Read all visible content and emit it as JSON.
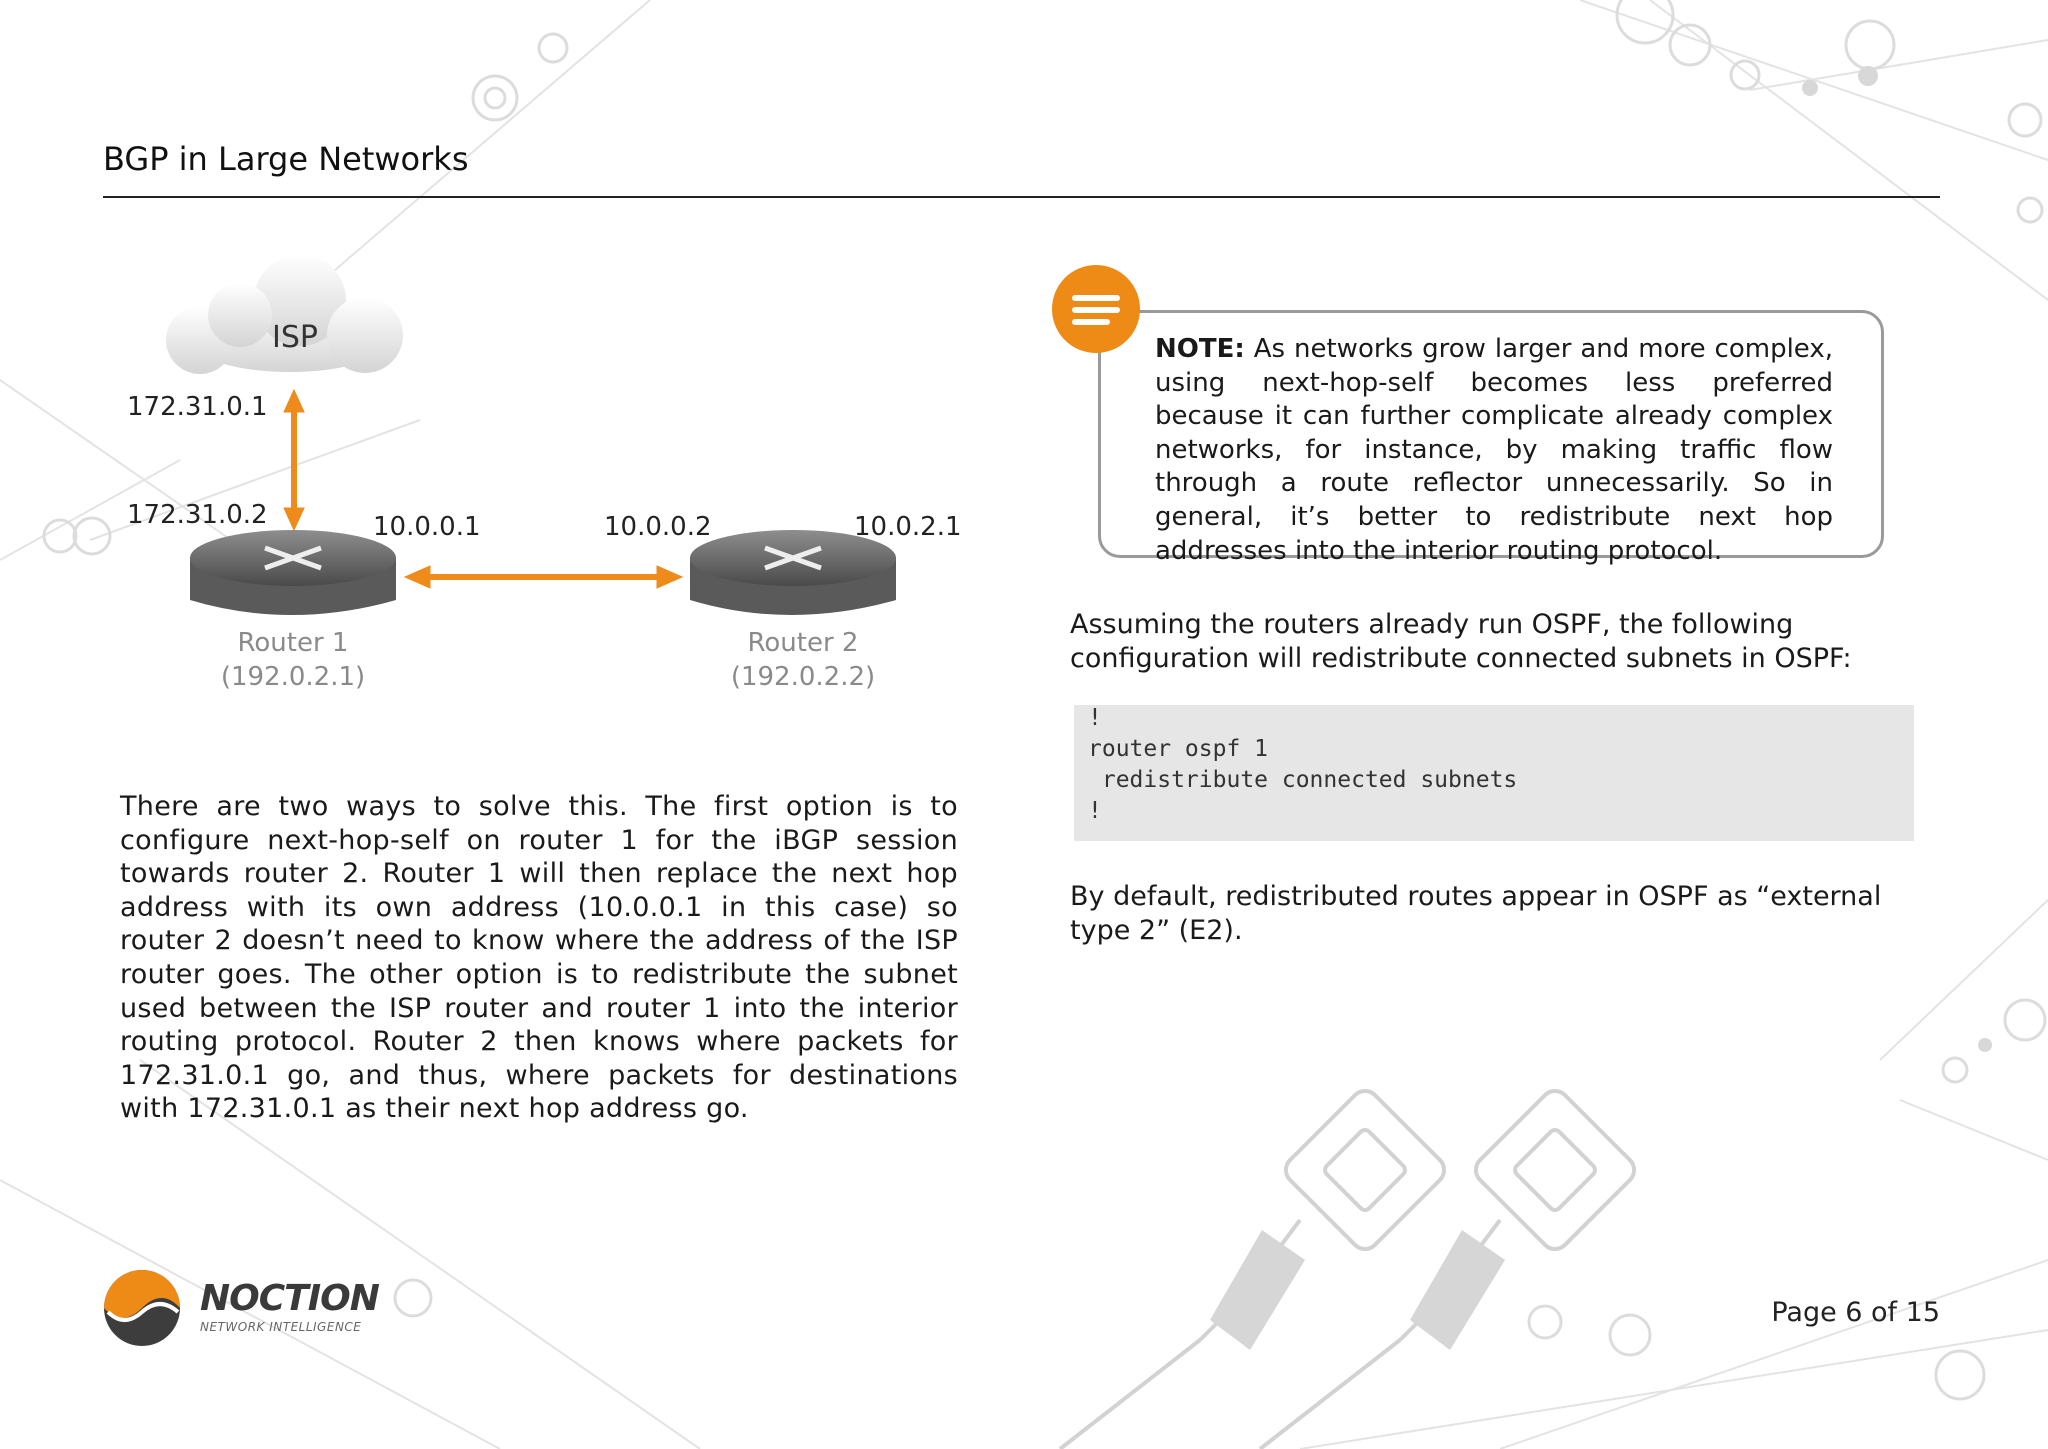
{
  "header": {
    "title": "BGP in Large Networks"
  },
  "diagram": {
    "cloud_label": "ISP",
    "isp_link_top_ip": "172.31.0.1",
    "isp_link_bottom_ip": "172.31.0.2",
    "router1_link_ip": "10.0.0.1",
    "router2_link_ip": "10.0.0.2",
    "router2_right_ip": "10.0.2.1",
    "router1_name": "Router 1",
    "router1_ip": "(192.0.2.1)",
    "router2_name": "Router 2",
    "router2_ip": "(192.0.2.2)",
    "arrow_color": "#ef8b1a"
  },
  "body": {
    "paragraph": "There are two ways to solve this. The first option is to configure next-hop-self on router 1 for the iBGP session towards router 2. Router 1 will then replace the next hop address with its own address (10.0.0.1 in this case) so router 2 doesn’t need to know where the address of the ISP router goes. The other option is to redistribute the subnet used between the ISP router and router 1 into the interior routing protocol. Router 2 then knows where packets for 172.31.0.1 go, and thus, where packets for destinations with 172.31.0.1 as their next hop address go."
  },
  "note": {
    "label": "NOTE:",
    "text": " As networks grow larger and more complex, using next-hop-self becomes less preferred because it can further complicate already complex networks, for instance, by making traffic flow through a route reflector unnecessarily. So in general, it’s better to redistribute next hop addresses into the interior routing protocol.",
    "icon": "note-lines-icon",
    "accent_color": "#ee8a16"
  },
  "right": {
    "intro": "Assuming the routers already run OSPF, the following configuration will redistribute connected subnets in OSPF:",
    "code": [
      "!",
      "router ospf 1",
      " redistribute connected subnets",
      "!"
    ],
    "outro": "By default, redistributed routes appear in OSPF as “external type 2” (E2)."
  },
  "footer": {
    "logo_word": "NOCTION",
    "logo_sub": "NETWORK INTELLIGENCE",
    "page": "Page 6 of 15"
  }
}
